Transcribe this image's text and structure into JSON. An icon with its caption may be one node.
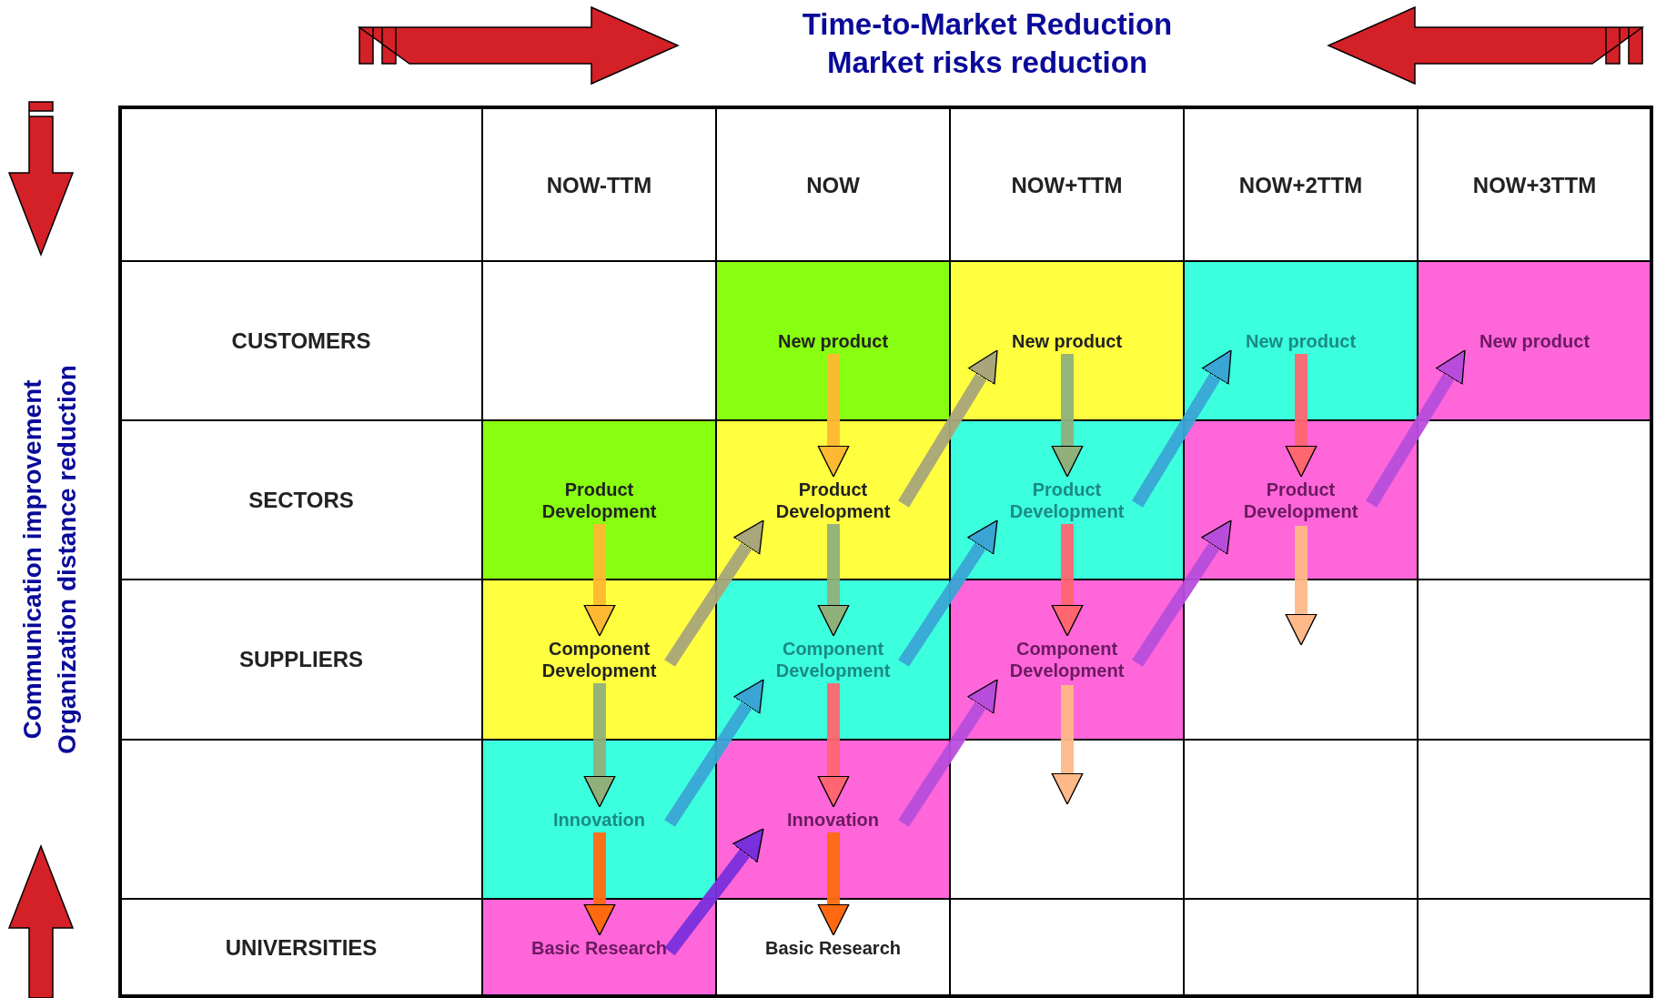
{
  "diagram": {
    "title": "Time-to-Market Reduction Market risks reduction",
    "nodes": [
      {
        "text": [
          "New product"
        ]
      },
      {
        "text": [
          "New product"
        ]
      },
      {
        "text": [
          "New product"
        ]
      },
      {
        "text": [
          "New product"
        ]
      },
      {
        "text": [
          "Product Development"
        ]
      },
      {
        "text": [
          "Product Development"
        ]
      },
      {
        "text": [
          "Product Development"
        ]
      },
      {
        "text": [
          "Product Development"
        ]
      },
      {
        "text": [
          "Component Development"
        ]
      },
      {
        "text": [
          "Component Development"
        ]
      },
      {
        "text": [
          "Component Development"
        ]
      },
      {
        "text": [
          "Innovation"
        ]
      },
      {
        "text": [
          "Innovation"
        ]
      },
      {
        "text": [
          "Basic Research"
        ]
      },
      {
        "text": [
          "Basic Research"
        ]
      }
    ],
    "edges": [
      {
        "from": 4,
        "to": 8,
        "arrow": "to",
        "color": "#ffb833"
      },
      {
        "from": 8,
        "to": 11,
        "arrow": "to",
        "color": "#8fb07a"
      },
      {
        "from": 11,
        "to": 13,
        "arrow": "to",
        "color": "#ff6a10"
      },
      {
        "from": 0,
        "to": 5,
        "arrow": "to",
        "color": "#ffb833"
      },
      {
        "from": 5,
        "to": 9,
        "arrow": "to",
        "color": "#8fb07a"
      },
      {
        "from": 9,
        "to": 12,
        "arrow": "to",
        "color": "#ff6670"
      },
      {
        "from": 12,
        "to": 14,
        "arrow": "to",
        "color": "#ff6a10"
      },
      {
        "from": 1,
        "to": 6,
        "arrow": "to",
        "color": "#8fb07a"
      },
      {
        "from": 6,
        "to": 10,
        "arrow": "to",
        "color": "#ff6670"
      },
      {
        "from": 10,
        "to": null,
        "arrow": "to",
        "color": "#ffb888"
      },
      {
        "from": 2,
        "to": 7,
        "arrow": "to",
        "color": "#ff6670"
      },
      {
        "from": 7,
        "to": null,
        "arrow": "to",
        "color": "#ffb888"
      },
      {
        "from": 8,
        "to": 5,
        "arrow": "to",
        "color": "#a8a67a"
      },
      {
        "from": 5,
        "to": 1,
        "arrow": "to",
        "color": "#a8a67a"
      },
      {
        "from": 11,
        "to": 9,
        "arrow": "to",
        "color": "#3aa5d5"
      },
      {
        "from": 9,
        "to": 6,
        "arrow": "to",
        "color": "#3aa5d5"
      },
      {
        "from": 6,
        "to": 2,
        "arrow": "to",
        "color": "#3aa5d5"
      },
      {
        "from": 13,
        "to": 12,
        "arrow": "to",
        "color": "#7a2fdd"
      },
      {
        "from": 12,
        "to": 10,
        "arrow": "to",
        "color": "#b84ddc"
      },
      {
        "from": 10,
        "to": 7,
        "arrow": "to",
        "color": "#b84ddc"
      },
      {
        "from": 7,
        "to": 3,
        "arrow": "to",
        "color": "#b84ddc"
      }
    ],
    "labels": [
      "Communication improvement Organization distance reduction",
      "NOW-TTM",
      "NOW",
      "NOW+TTM",
      "NOW+2TTM",
      "NOW+3TTM",
      "CUSTOMERS",
      "SECTORS",
      "SUPPLIERS",
      "UNIVERSITIES"
    ]
  }
}
